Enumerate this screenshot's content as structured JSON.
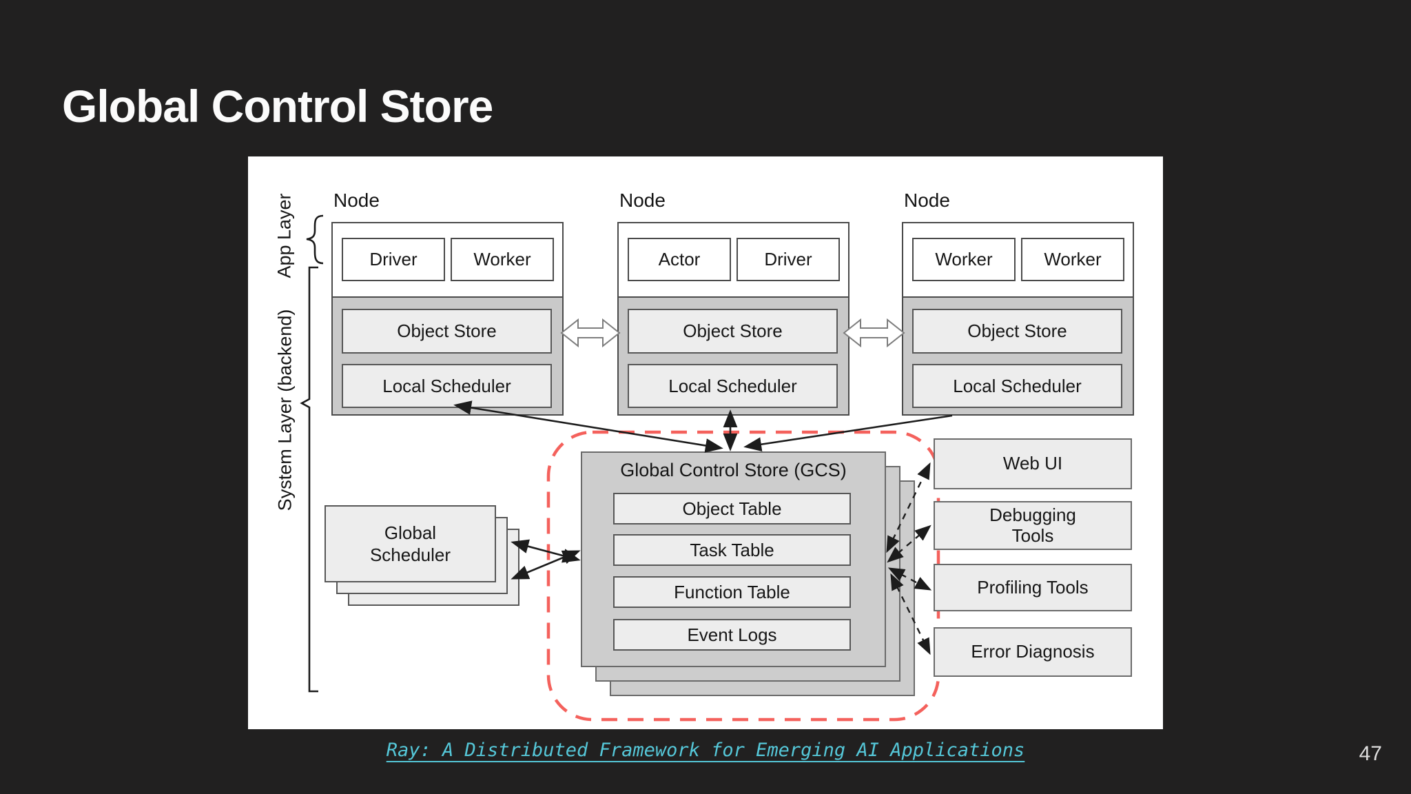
{
  "slide": {
    "title": "Global Control Store",
    "page_number": "47",
    "citation": {
      "text": "Ray: A Distributed Framework for Emerging AI Applications"
    },
    "colors": {
      "background": "#212020",
      "title_text": "#fbfbfb",
      "citation_link": "#55c7d8",
      "gcs_boundary_red": "#f4615c",
      "diagram_background": "#ffffff"
    }
  },
  "diagram": {
    "layer_labels": {
      "app": "App Layer",
      "system": "System Layer (backend)"
    },
    "nodes": [
      {
        "title": "Node",
        "app_boxes": [
          "Driver",
          "Worker"
        ],
        "system_boxes": [
          "Object Store",
          "Local Scheduler"
        ]
      },
      {
        "title": "Node",
        "app_boxes": [
          "Actor",
          "Driver"
        ],
        "system_boxes": [
          "Object Store",
          "Local Scheduler"
        ]
      },
      {
        "title": "Node",
        "app_boxes": [
          "Worker",
          "Worker"
        ],
        "system_boxes": [
          "Object Store",
          "Local Scheduler"
        ]
      }
    ],
    "global_scheduler": {
      "label": "Global Scheduler"
    },
    "gcs": {
      "title": "Global Control Store (GCS)",
      "tables": [
        "Object Table",
        "Task Table",
        "Function Table",
        "Event Logs"
      ]
    },
    "tools": [
      {
        "label": "Web UI"
      },
      {
        "label": "Debugging Tools"
      },
      {
        "label": "Profiling Tools"
      },
      {
        "label": "Error Diagnosis"
      }
    ]
  }
}
